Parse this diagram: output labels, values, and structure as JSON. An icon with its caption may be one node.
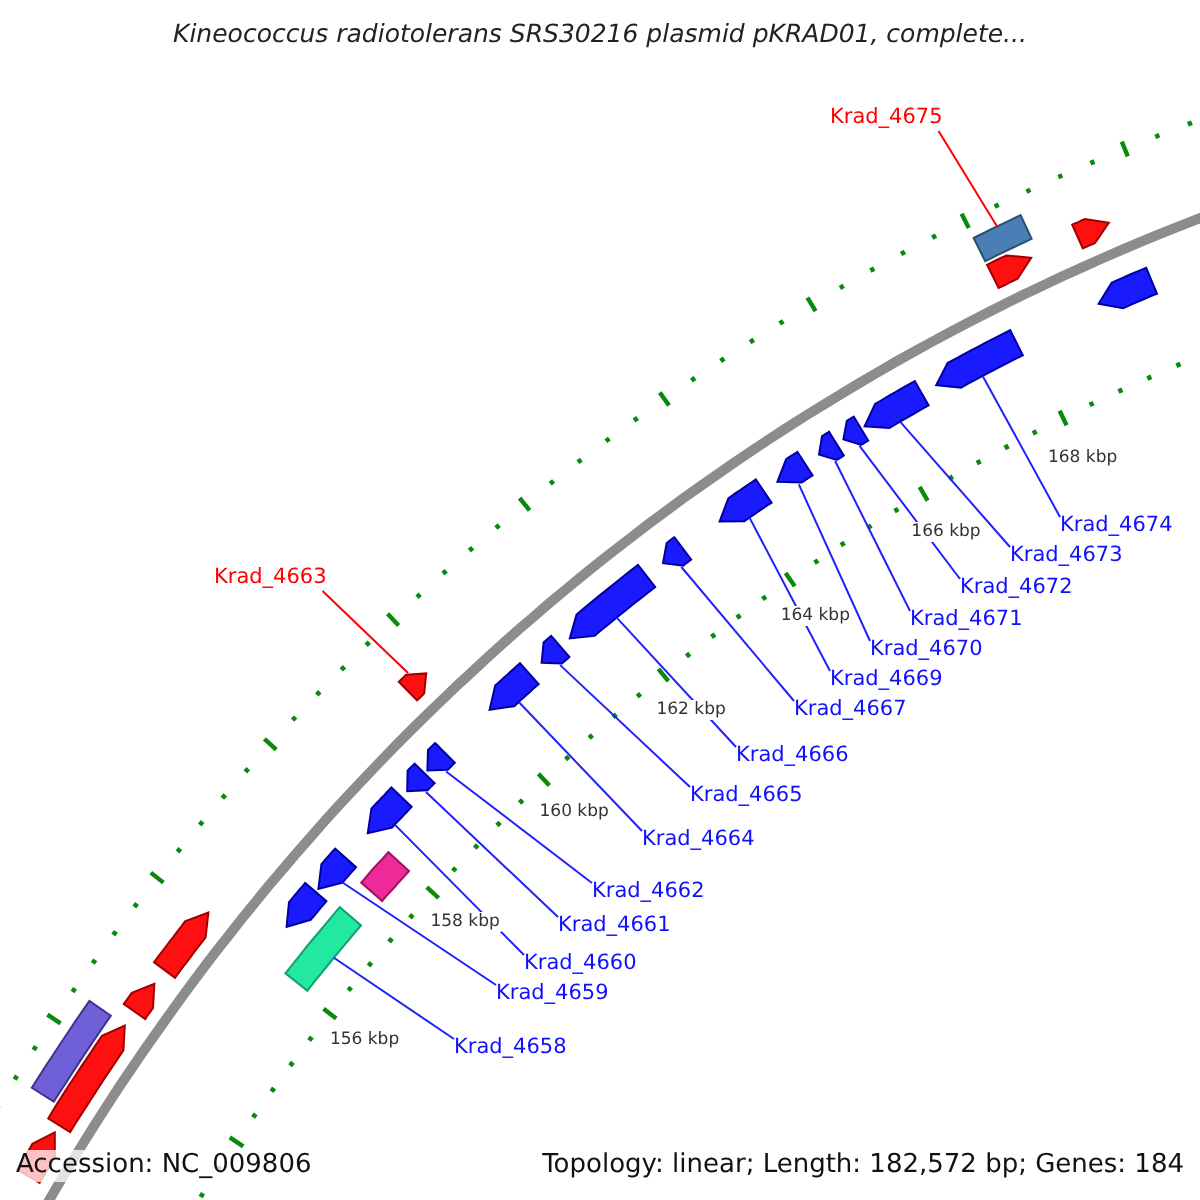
{
  "diagram": {
    "title": "Kineococcus radiotolerans SRS30216 plasmid pKRAD01, complete...",
    "nodes": [
      {
        "text": [
          "Krad_4675"
        ]
      },
      {
        "text": [],
        "shape": "bar"
      },
      {
        "text": [
          "Krad_4663"
        ]
      },
      {
        "text": [],
        "shape": "arrow"
      },
      {
        "text": [
          "Krad_4674"
        ]
      },
      {
        "text": [],
        "shape": "arrow"
      },
      {
        "text": [
          "Krad_4673"
        ]
      },
      {
        "text": [],
        "shape": "arrow"
      },
      {
        "text": [
          "Krad_4672"
        ]
      },
      {
        "text": [],
        "shape": "arrow"
      },
      {
        "text": [
          "Krad_4671"
        ]
      },
      {
        "text": [],
        "shape": "arrow"
      },
      {
        "text": [
          "Krad_4670"
        ]
      },
      {
        "text": [],
        "shape": "arrow"
      },
      {
        "text": [
          "Krad_4669"
        ]
      },
      {
        "text": [],
        "shape": "arrow"
      },
      {
        "text": [
          "Krad_4667"
        ]
      },
      {
        "text": [],
        "shape": "arrow"
      },
      {
        "text": [
          "Krad_4666"
        ]
      },
      {
        "text": [],
        "shape": "arrow"
      },
      {
        "text": [
          "Krad_4665"
        ]
      },
      {
        "text": [],
        "shape": "arrow"
      },
      {
        "text": [
          "Krad_4664"
        ]
      },
      {
        "text": [],
        "shape": "arrow"
      },
      {
        "text": [
          "Krad_4662"
        ]
      },
      {
        "text": [],
        "shape": "arrow"
      },
      {
        "text": [
          "Krad_4661"
        ]
      },
      {
        "text": [],
        "shape": "arrow"
      },
      {
        "text": [
          "Krad_4660"
        ]
      },
      {
        "text": [],
        "shape": "arrow"
      },
      {
        "text": [
          "Krad_4659"
        ]
      },
      {
        "text": [],
        "shape": "arrow"
      },
      {
        "text": [
          "Krad_4658"
        ]
      },
      {
        "text": [],
        "shape": "bar"
      },
      {
        "text": [],
        "shape": "arrow"
      },
      {
        "text": [],
        "shape": "arrow"
      },
      {
        "text": [],
        "shape": "bar"
      },
      {
        "text": [],
        "shape": "arrow"
      },
      {
        "text": [],
        "shape": "arrow"
      },
      {
        "text": [],
        "shape": "arrow"
      },
      {
        "text": [],
        "shape": "bar"
      },
      {
        "text": [],
        "shape": "arrow"
      },
      {
        "text": [],
        "shape": "arrow"
      },
      {
        "text": [],
        "shape": "arrow"
      }
    ],
    "edges": [
      {
        "from": 0,
        "to": 1,
        "arrow": "none",
        "color": "#ff0000"
      },
      {
        "from": 2,
        "to": 3,
        "arrow": "none",
        "color": "#ff0000"
      },
      {
        "from": 4,
        "to": 5,
        "arrow": "none"
      },
      {
        "from": 6,
        "to": 7,
        "arrow": "none"
      },
      {
        "from": 8,
        "to": 9,
        "arrow": "none"
      },
      {
        "from": 10,
        "to": 11,
        "arrow": "none"
      },
      {
        "from": 12,
        "to": 13,
        "arrow": "none"
      },
      {
        "from": 14,
        "to": 15,
        "arrow": "none"
      },
      {
        "from": 16,
        "to": 17,
        "arrow": "none"
      },
      {
        "from": 18,
        "to": 19,
        "arrow": "none"
      },
      {
        "from": 20,
        "to": 21,
        "arrow": "none"
      },
      {
        "from": 22,
        "to": 23,
        "arrow": "none"
      },
      {
        "from": 24,
        "to": 25,
        "arrow": "none"
      },
      {
        "from": 26,
        "to": 27,
        "arrow": "none"
      },
      {
        "from": 28,
        "to": 29,
        "arrow": "none"
      },
      {
        "from": 30,
        "to": 31,
        "arrow": "none"
      },
      {
        "from": 32,
        "to": 33,
        "arrow": "none"
      }
    ],
    "labels": [
      "168 kbp",
      "166 kbp",
      "164 kbp",
      "162 kbp",
      "160 kbp",
      "158 kbp",
      "156 kbp",
      "Accession: NC_009806",
      "Topology: linear; Length: 182,572 bp; Genes: 184"
    ]
  }
}
